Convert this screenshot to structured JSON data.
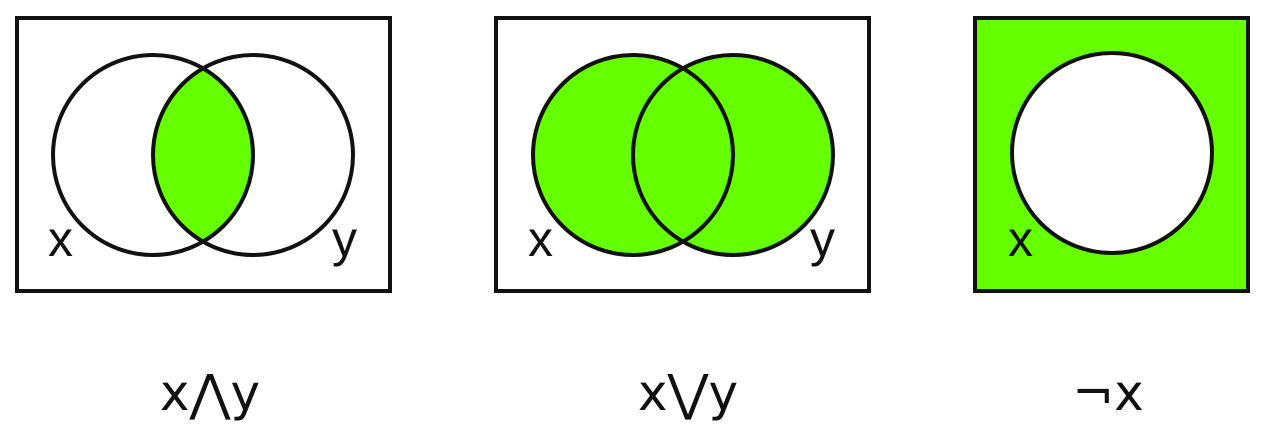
{
  "colors": {
    "fill": "#66ff00",
    "stroke": "#111111",
    "background": "#ffffff"
  },
  "panels": [
    {
      "operation": "and",
      "shading": "intersection",
      "labels": [
        "x",
        "y"
      ],
      "caption": "x⋀y"
    },
    {
      "operation": "or",
      "shading": "union",
      "labels": [
        "x",
        "y"
      ],
      "caption": "x⋁y"
    },
    {
      "operation": "not",
      "shading": "complement",
      "labels": [
        "x"
      ],
      "caption": "¬x"
    }
  ]
}
